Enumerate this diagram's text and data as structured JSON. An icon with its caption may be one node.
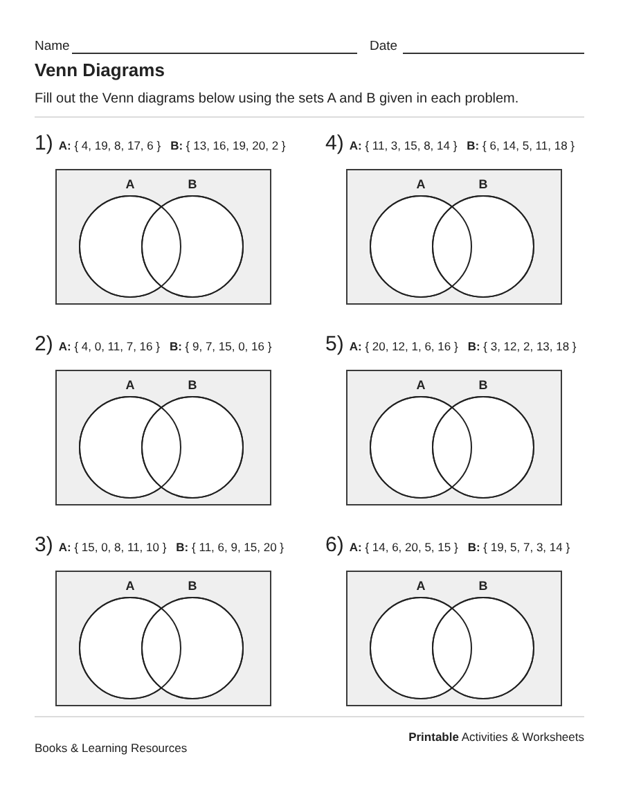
{
  "diagram": {
    "title": "Venn Diagrams",
    "nodes": [
      {
        "text": [
          "1)",
          "**A:** { 4, 19, 8, 17, 6 }",
          "**B:** { 13, 16, 19, 20, 2 }"
        ]
      },
      {
        "text": [
          "A"
        ],
        "in": 0
      },
      {
        "text": [
          "B"
        ],
        "in": 0
      },
      {
        "text": [
          "2)",
          "**A:** { 4, 0, 11, 7, 16 }",
          "**B:** { 9, 7, 15, 0, 16 }"
        ]
      },
      {
        "text": [
          "A"
        ],
        "in": 3
      },
      {
        "text": [
          "B"
        ],
        "in": 3
      },
      {
        "text": [
          "3)",
          "**A:** { 15, 0, 8, 11, 10 }",
          "**B:** { 11, 6, 9, 15, 20 }"
        ]
      },
      {
        "text": [
          "A"
        ],
        "in": 6
      },
      {
        "text": [
          "B"
        ],
        "in": 6
      },
      {
        "text": [
          "4)",
          "**A:** { 11, 3, 15, 8, 14 }",
          "**B:** { 6, 14, 5, 11, 18 }"
        ]
      },
      {
        "text": [
          "A"
        ],
        "in": 9
      },
      {
        "text": [
          "B"
        ],
        "in": 9
      },
      {
        "text": [
          "5)",
          "**A:** { 20, 12, 1, 6, 16 }",
          "**B:** { 3, 12, 2, 13, 18 }"
        ]
      },
      {
        "text": [
          "A"
        ],
        "in": 12
      },
      {
        "text": [
          "B"
        ],
        "in": 12
      },
      {
        "text": [
          "6)",
          "**A:** { 14, 6, 20, 5, 15 }",
          "**B:** { 19, 5, 7, 3, 14 }"
        ]
      },
      {
        "text": [
          "A"
        ],
        "in": 15
      },
      {
        "text": [
          "B"
        ],
        "in": 15
      }
    ],
    "labels": [
      "Name",
      "Date",
      "Fill out the Venn diagrams below using the sets A and B given in each problem.",
      "Books & Learning Resources",
      "**Printable** Activities & Worksheets"
    ]
  }
}
